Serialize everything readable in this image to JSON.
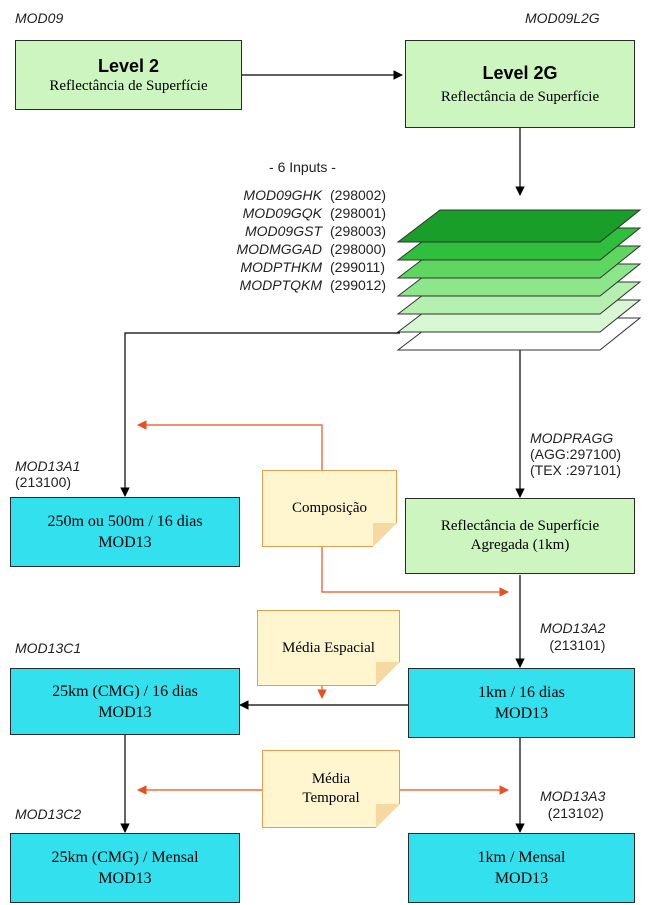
{
  "top_left_label": "MOD09",
  "top_right_label": "MOD09L2G",
  "level2": {
    "title": "Level 2",
    "subtitle": "Reflectância de Superfície"
  },
  "level2g": {
    "title": "Level 2G",
    "subtitle": "Reflectância de Superfície"
  },
  "inputs": {
    "heading": "- 6 Inputs -",
    "items": [
      {
        "code": "MOD09GHK",
        "num": "(298002)"
      },
      {
        "code": "MOD09GQK",
        "num": "(298001)"
      },
      {
        "code": "MOD09GST",
        "num": "(298003)"
      },
      {
        "code": "MODMGGAD",
        "num": "(298000)"
      },
      {
        "code": "MODPTHKM",
        "num": "(299011)"
      },
      {
        "code": "MODPTQKM",
        "num": "(299012)"
      }
    ]
  },
  "layer_colors": [
    "#1a9e2a",
    "#2fbf3c",
    "#5fd65f",
    "#8de68a",
    "#b5f0b0",
    "#d8f8d4",
    "#ffffff"
  ],
  "mod13a1": {
    "code": "MOD13A1",
    "num": "(213100)",
    "line1": "250m ou 500m / 16 dias",
    "line2": "MOD13"
  },
  "modpragg": {
    "code": "MODPRAGG",
    "agg": "(AGG:297100)",
    "tex": "(TEX :297101)"
  },
  "agregada": {
    "line1": "Reflectância de Superfície",
    "line2": "Agregada (1km)"
  },
  "composicao": "Composição",
  "media_espacial": "Média Espacial",
  "media_temporal": {
    "line1": "Média",
    "line2": "Temporal"
  },
  "mod13a2": {
    "code": "MOD13A2",
    "num": "(213101)",
    "line1": "1km / 16 dias",
    "line2": "MOD13"
  },
  "mod13c1": {
    "code": "MOD13C1",
    "line1": "25km (CMG) / 16 dias",
    "line2": "MOD13"
  },
  "mod13a3": {
    "code": "MOD13A3",
    "num": "(213102)",
    "line1": "1km / Mensal",
    "line2": "MOD13"
  },
  "mod13c2": {
    "code": "MOD13C2",
    "line1": "25km (CMG) / Mensal",
    "line2": "MOD13"
  },
  "colors": {
    "green_box": "#ccf5c0",
    "cyan_box": "#33e0ee",
    "orange_arrow": "#e8501e",
    "note_bg": "#fff6d0"
  }
}
